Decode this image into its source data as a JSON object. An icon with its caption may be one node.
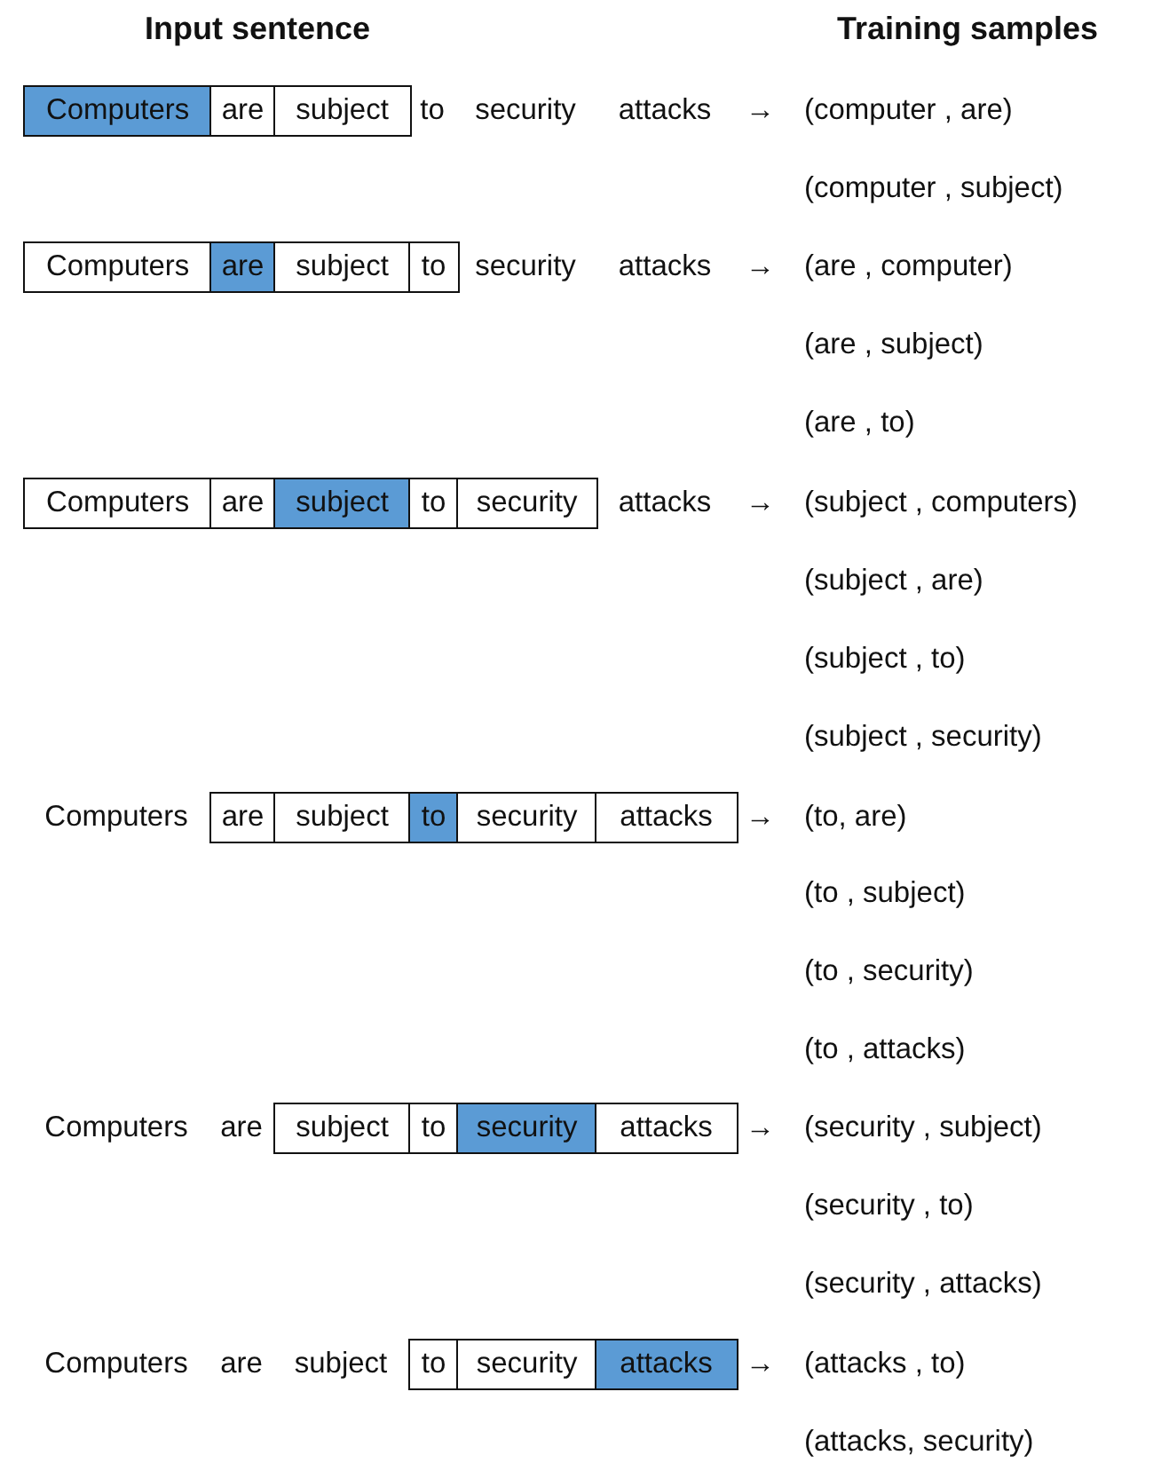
{
  "diagram": {
    "nodes": [
      {
        "text": [
          "Computers"
        ]
      },
      {
        "text": [
          "are"
        ]
      },
      {
        "text": [
          "subject"
        ]
      },
      {
        "text": [
          "Computers"
        ]
      },
      {
        "text": [
          "are"
        ]
      },
      {
        "text": [
          "subject"
        ]
      },
      {
        "text": [
          "to"
        ]
      },
      {
        "text": [
          "Computers"
        ]
      },
      {
        "text": [
          "are"
        ]
      },
      {
        "text": [
          "subject"
        ]
      },
      {
        "text": [
          "to"
        ]
      },
      {
        "text": [
          "security"
        ]
      },
      {
        "text": [
          "are"
        ]
      },
      {
        "text": [
          "subject"
        ]
      },
      {
        "text": [
          "to"
        ]
      },
      {
        "text": [
          "security"
        ]
      },
      {
        "text": [
          "attacks"
        ]
      },
      {
        "text": [
          "subject"
        ]
      },
      {
        "text": [
          "to"
        ]
      },
      {
        "text": [
          "security"
        ]
      },
      {
        "text": [
          "attacks"
        ]
      },
      {
        "text": [
          "to"
        ]
      },
      {
        "text": [
          "security"
        ]
      },
      {
        "text": [
          "attacks"
        ]
      }
    ],
    "labels": [
      "Input sentence",
      "Training samples",
      "to",
      "security",
      "attacks",
      "→",
      "(computer , are)",
      "(computer , subject)",
      "security",
      "attacks",
      "→",
      "(are , computer)",
      "(are , subject)",
      "(are , to)",
      "attacks",
      "→",
      "(subject , computers)",
      "(subject , are)",
      "(subject , to)",
      "(subject , security)",
      "Computers",
      "→",
      "(to, are)",
      "(to , subject)",
      "(to , security)",
      "(to , attacks)",
      "Computers",
      "are",
      "→",
      "(security , subject)",
      "(security , to)",
      "(security , attacks)",
      "Computers",
      "are",
      "subject",
      "→",
      "(attacks , to)",
      "(attacks, security)"
    ]
  }
}
